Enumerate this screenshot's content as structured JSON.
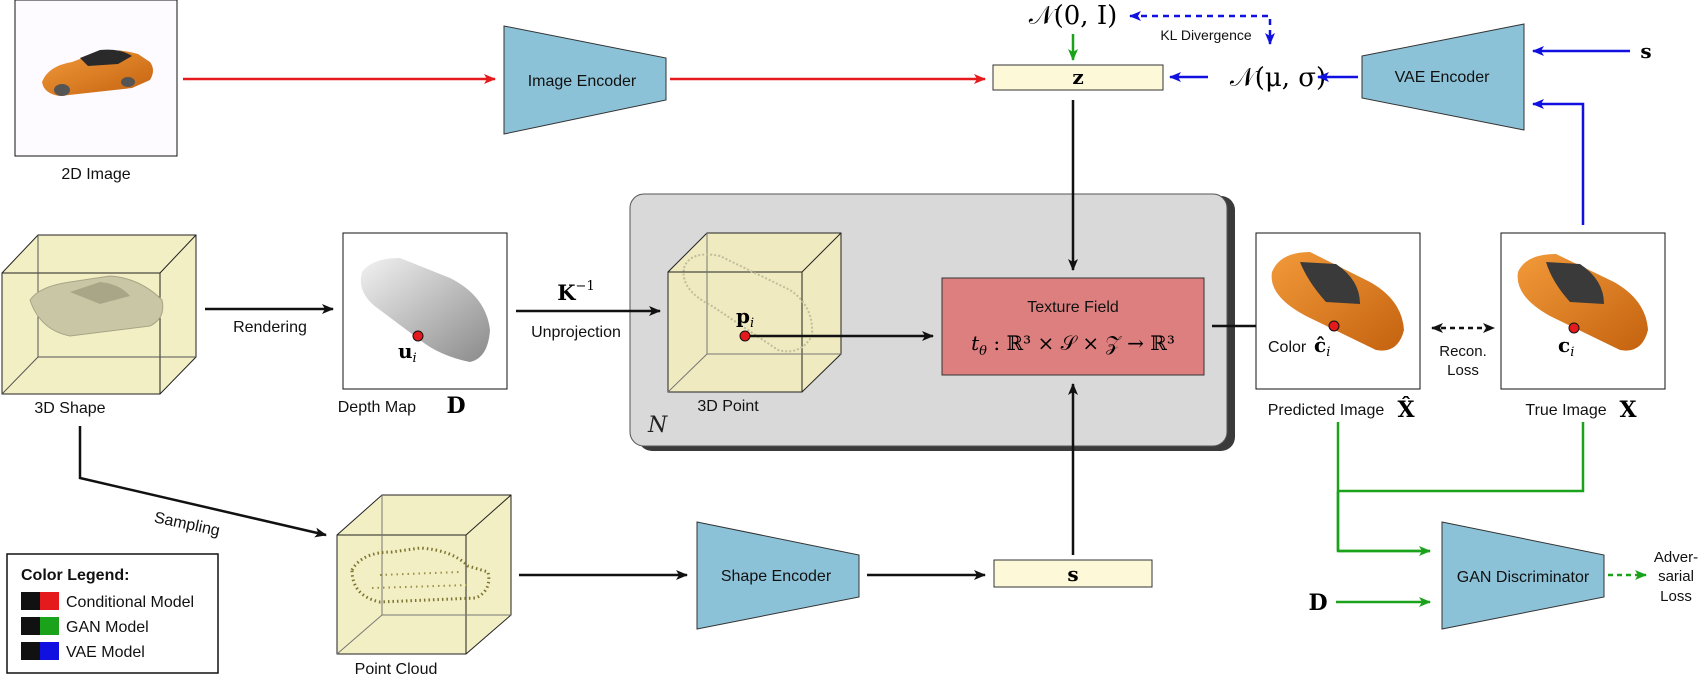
{
  "colors": {
    "conditional": "#e41a1c",
    "gan": "#1aa31a",
    "vae": "#1010e0",
    "encoder_fill": "#8cc2d8",
    "latent_fill": "#fdf8d8",
    "texture_field_fill": "#dd7f7f",
    "panel_fill": "#d9d9d9",
    "cube_fill": "#f3efc4"
  },
  "image_panel": {
    "caption": "2D Image"
  },
  "image_encoder": {
    "label": "Image Encoder"
  },
  "latent_z": {
    "symbol": "z"
  },
  "prior": {
    "text": "𝒩(0, I)"
  },
  "posterior": {
    "text": "𝒩(μ, σ)"
  },
  "kl": {
    "label": "KL Divergence"
  },
  "vae_encoder": {
    "label": "VAE Encoder"
  },
  "s_input": {
    "symbol": "s"
  },
  "shape3d": {
    "caption": "3D Shape"
  },
  "rendering": {
    "label": "Rendering"
  },
  "depth_map": {
    "caption": "Depth Map",
    "symbol": "D",
    "pixel_label": "u",
    "pixel_sub": "i"
  },
  "unproj": {
    "symbol": "K",
    "sup": "−1",
    "label": "Unprojection"
  },
  "point3d": {
    "caption": "3D Point",
    "point_label": "p",
    "point_sub": "i"
  },
  "panel": {
    "repeat_label": "N"
  },
  "texture_field": {
    "title": "Texture Field",
    "formula": "t",
    "formula_sub": "θ",
    "formula_rest": " : ℝ³ × 𝒮 × 𝒵 → ℝ³"
  },
  "predicted": {
    "caption": "Predicted Image",
    "symbol": "X̂",
    "color_label": "Color",
    "color_symbol": "ĉ",
    "color_sub": "i"
  },
  "true_image": {
    "caption": "True Image",
    "symbol": "X",
    "color_symbol": "c",
    "color_sub": "i"
  },
  "recon_loss": {
    "line1": "Recon.",
    "line2": "Loss"
  },
  "sampling": {
    "label": "Sampling"
  },
  "point_cloud": {
    "caption": "Point Cloud"
  },
  "shape_encoder": {
    "label": "Shape Encoder"
  },
  "shape_code": {
    "symbol": "s"
  },
  "gan_disc": {
    "label": "GAN Discriminator"
  },
  "depth_in": {
    "symbol": "D"
  },
  "adv_loss": {
    "line1": "Adver-",
    "line2": "sarial",
    "line3": "Loss"
  },
  "legend": {
    "title": "Color Legend:",
    "items": [
      "Conditional Model",
      "GAN Model",
      "VAE Model"
    ]
  }
}
